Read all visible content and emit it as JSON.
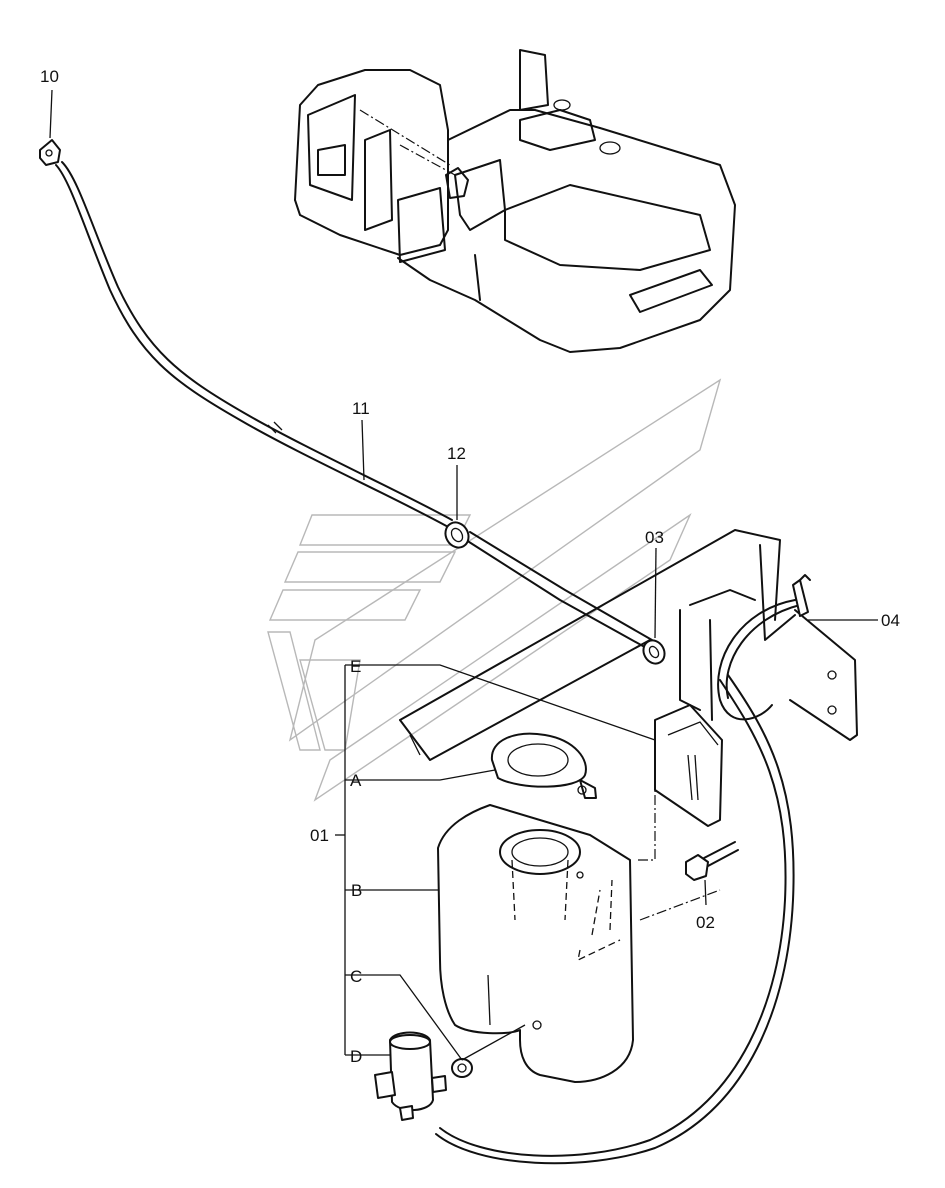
{
  "callouts": {
    "c10": "10",
    "c11": "11",
    "c12": "12",
    "c03": "03",
    "c04": "04",
    "c01": "01",
    "c02": "02",
    "sub_e": "E",
    "sub_a": "A",
    "sub_b": "B",
    "sub_c": "C",
    "sub_d": "D"
  },
  "colors": {
    "line": "#111111",
    "watermark": "#b8b8b8",
    "background": "#ffffff"
  }
}
